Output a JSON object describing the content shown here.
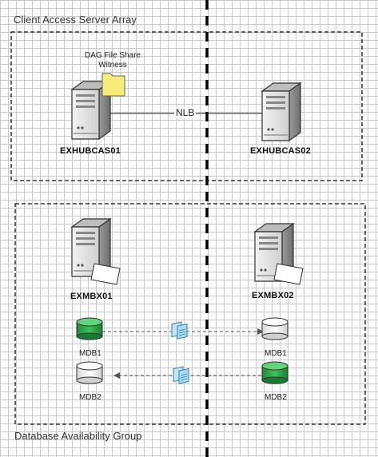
{
  "groups": {
    "cas_array_title": "Client Access Server Array",
    "dag_title": "Database Availability Group"
  },
  "witness": {
    "line1": "DAG File Share",
    "line2": "Witness"
  },
  "link": {
    "nlb_label": "NLB"
  },
  "servers": {
    "cas1": "EXHUBCAS01",
    "cas2": "EXHUBCAS02",
    "mbx1": "EXMBX01",
    "mbx2": "EXMBX02"
  },
  "databases": {
    "left_top": "MDB1",
    "left_bottom": "MDB2",
    "right_top": "MDB1",
    "right_bottom": "MDB2"
  },
  "colors": {
    "active_db": "#2aa84a",
    "passive_db": "#ffffff",
    "folder": "#f7ec7a",
    "server_body": "#e8e8e8"
  }
}
